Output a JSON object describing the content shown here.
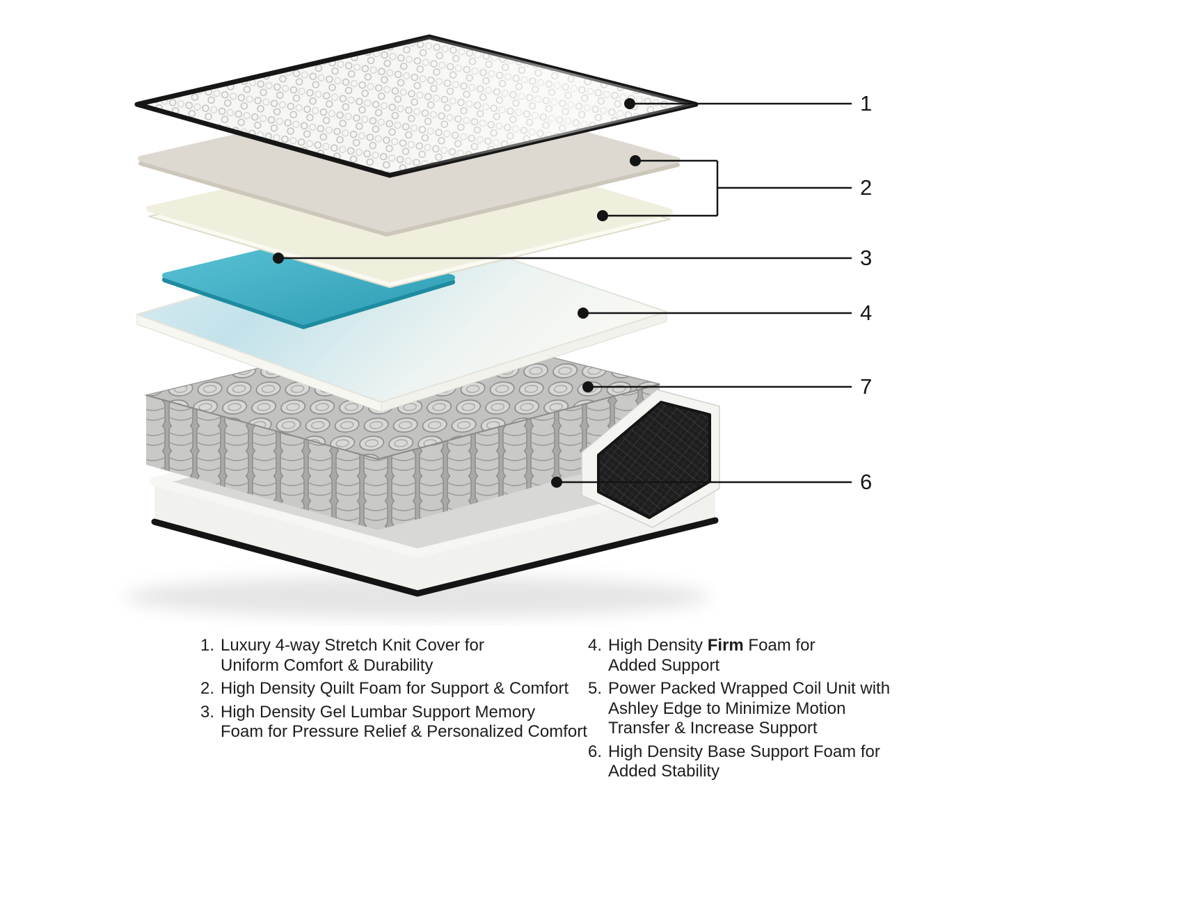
{
  "diagram": {
    "callout_labels": {
      "n1": "1",
      "n2": "2",
      "n3": "3",
      "n4": "4",
      "n7": "7",
      "n6": "6"
    }
  },
  "legend": {
    "left": [
      {
        "num": "1.",
        "lines": [
          "Luxury 4-way Stretch Knit Cover for",
          "Uniform Comfort & Durability"
        ]
      },
      {
        "num": "2.",
        "lines": [
          "High Density Quilt Foam for Support & Comfort"
        ]
      },
      {
        "num": "3.",
        "lines": [
          "High Density Gel Lumbar Support Memory",
          "Foam for Pressure Relief & Personalized Comfort"
        ]
      }
    ],
    "right": [
      {
        "num": "4.",
        "line1": {
          "pre": "High Density ",
          "bold": "Firm",
          "post": " Foam for"
        },
        "line2": "Added Support"
      },
      {
        "num": "5.",
        "lines": [
          "Power Packed Wrapped Coil Unit with",
          "Ashley Edge to Minimize Motion",
          "Transfer & Increase Support"
        ]
      },
      {
        "num": "6.",
        "lines": [
          "High Density Base Support Foam for",
          "Added Stability"
        ]
      }
    ]
  },
  "colors": {
    "background": "#ffffff",
    "callout_line": "#141414",
    "text": "#1c1c1c",
    "cover_border": "#161616",
    "quilt_foam": "#ded9d0",
    "cream_foam": "#f0eedd",
    "gel_teal": "#3fafc6",
    "firm_foam_tint": "#c2e2ea",
    "coil_gray": "#c6c6c5",
    "edge_fabric_black": "#1e1e1e",
    "base_gray": "#d8d8d6"
  }
}
